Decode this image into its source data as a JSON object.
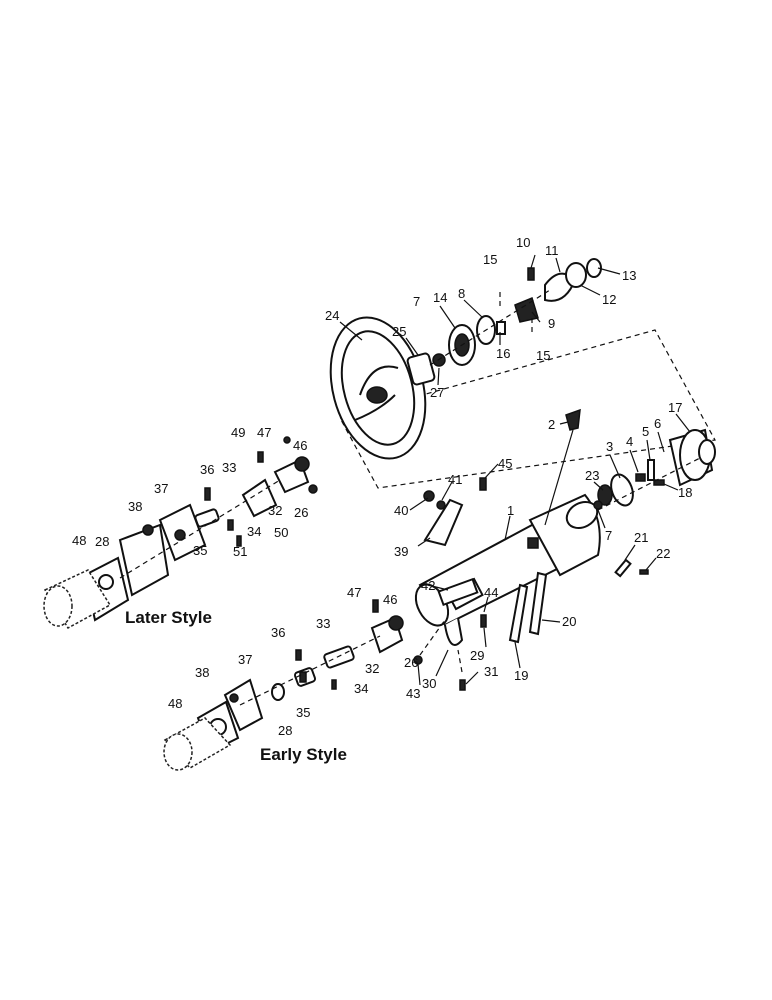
{
  "captions": {
    "later_style": "Later Style",
    "early_style": "Early Style"
  },
  "callouts": {
    "n1": "1",
    "n2": "2",
    "n3": "3",
    "n4": "4",
    "n5": "5",
    "n6": "6",
    "n7a": "7",
    "n7b": "7",
    "n8": "8",
    "n9": "9",
    "n10": "10",
    "n11": "11",
    "n12": "12",
    "n13": "13",
    "n14": "14",
    "n15a": "15",
    "n15b": "15",
    "n16": "16",
    "n17": "17",
    "n18": "18",
    "n19": "19",
    "n20": "20",
    "n21": "21",
    "n22": "22",
    "n23": "23",
    "n24": "24",
    "n25": "25",
    "n26a": "26",
    "n26b": "26",
    "n27": "27",
    "n28a": "28",
    "n28b": "28",
    "n29": "29",
    "n30": "30",
    "n31": "31",
    "n32a": "32",
    "n32b": "32",
    "n33a": "33",
    "n33b": "33",
    "n34a": "34",
    "n34b": "34",
    "n35a": "35",
    "n35b": "35",
    "n36a": "36",
    "n36b": "36",
    "n37a": "37",
    "n37b": "37",
    "n38a": "38",
    "n38b": "38",
    "n39": "39",
    "n40": "40",
    "n41": "41",
    "n42": "42",
    "n43": "43",
    "n44": "44",
    "n45": "45",
    "n46a": "46",
    "n46b": "46",
    "n47a": "47",
    "n47b": "47",
    "n48a": "48",
    "n48b": "48",
    "n49": "49",
    "n50": "50",
    "n51": "51"
  }
}
